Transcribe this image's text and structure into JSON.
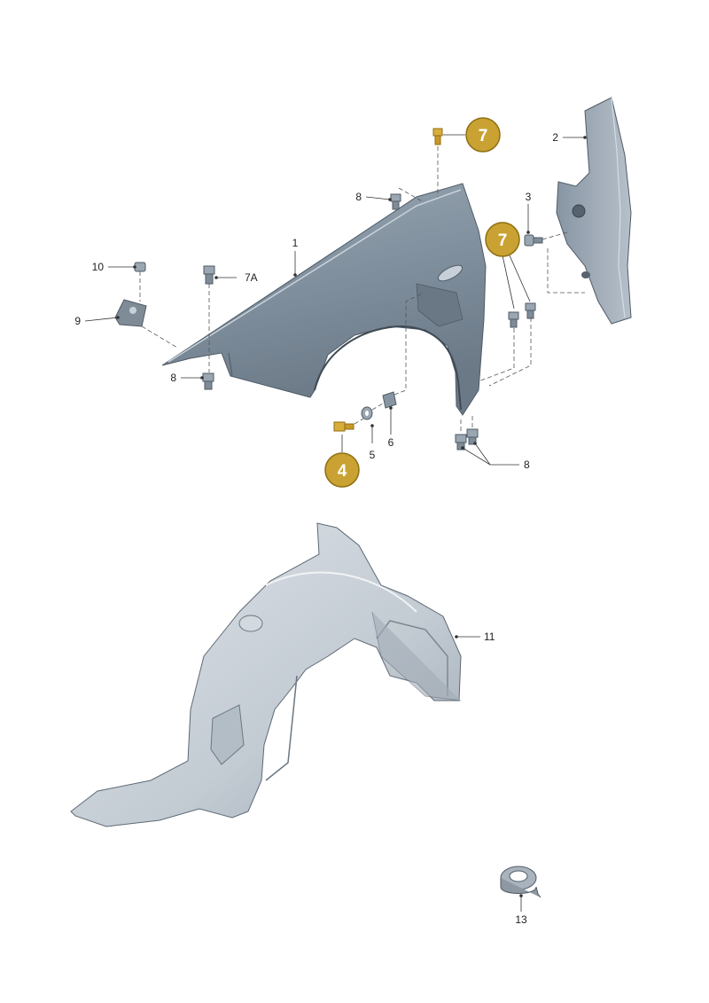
{
  "colors": {
    "part_fill": "#8a99a8",
    "part_light": "#b8c3cd",
    "part_dark": "#5f6c79",
    "liner_fill": "#c9d0d7",
    "liner_light": "#e3e7eb",
    "liner_dark": "#8e98a2",
    "badge_fill": "#c9a233",
    "badge_stroke": "#8f6f12",
    "fastener_gold": "#d9ad3c"
  },
  "labels": {
    "part_1": "1",
    "part_2": "2",
    "part_3": "3",
    "part_5": "5",
    "part_6": "6",
    "part_7a": "7A",
    "part_8_top": "8",
    "part_8_left": "8",
    "part_8_bottom": "8",
    "part_9": "9",
    "part_10": "10",
    "part_11": "11",
    "part_13": "13"
  },
  "badges": {
    "badge_top": "7",
    "badge_right": "7",
    "badge_bottom": "4"
  }
}
